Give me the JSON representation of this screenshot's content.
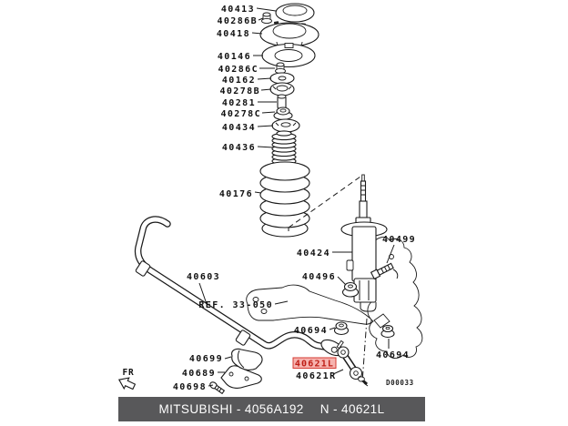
{
  "diagram": {
    "background": "#ffffff",
    "line_color": "#1a1a1a",
    "highlight": {
      "bg": "#f6b3af",
      "border": "#d43a32",
      "text_color": "#bf1d15"
    },
    "labels": {
      "p40413": "40413",
      "p40286B": "40286B",
      "p40418": "40418",
      "p40146": "40146",
      "p40286C": "40286C",
      "p40162": "40162",
      "p40278B": "40278B",
      "p40281": "40281",
      "p40278C": "40278C",
      "p40434": "40434",
      "p40436": "40436",
      "p40176": "40176",
      "p40424": "40424",
      "p40499": "40499",
      "p40496": "40496",
      "ref33050": "REF. 33-050",
      "p40603": "40603",
      "p40694a": "40694",
      "p40694b": "40694",
      "p40699": "40699",
      "p40689": "40689",
      "p40698": "40698",
      "p40621L": "40621L",
      "p40621R": "40621R",
      "fr": "FR",
      "drawing_no": "D00033"
    }
  },
  "footer": {
    "bg": "#58585a",
    "text_color": "#ffffff",
    "left_text": "MITSUBISHI - 4056A192",
    "right_text": "N - 40621L"
  }
}
